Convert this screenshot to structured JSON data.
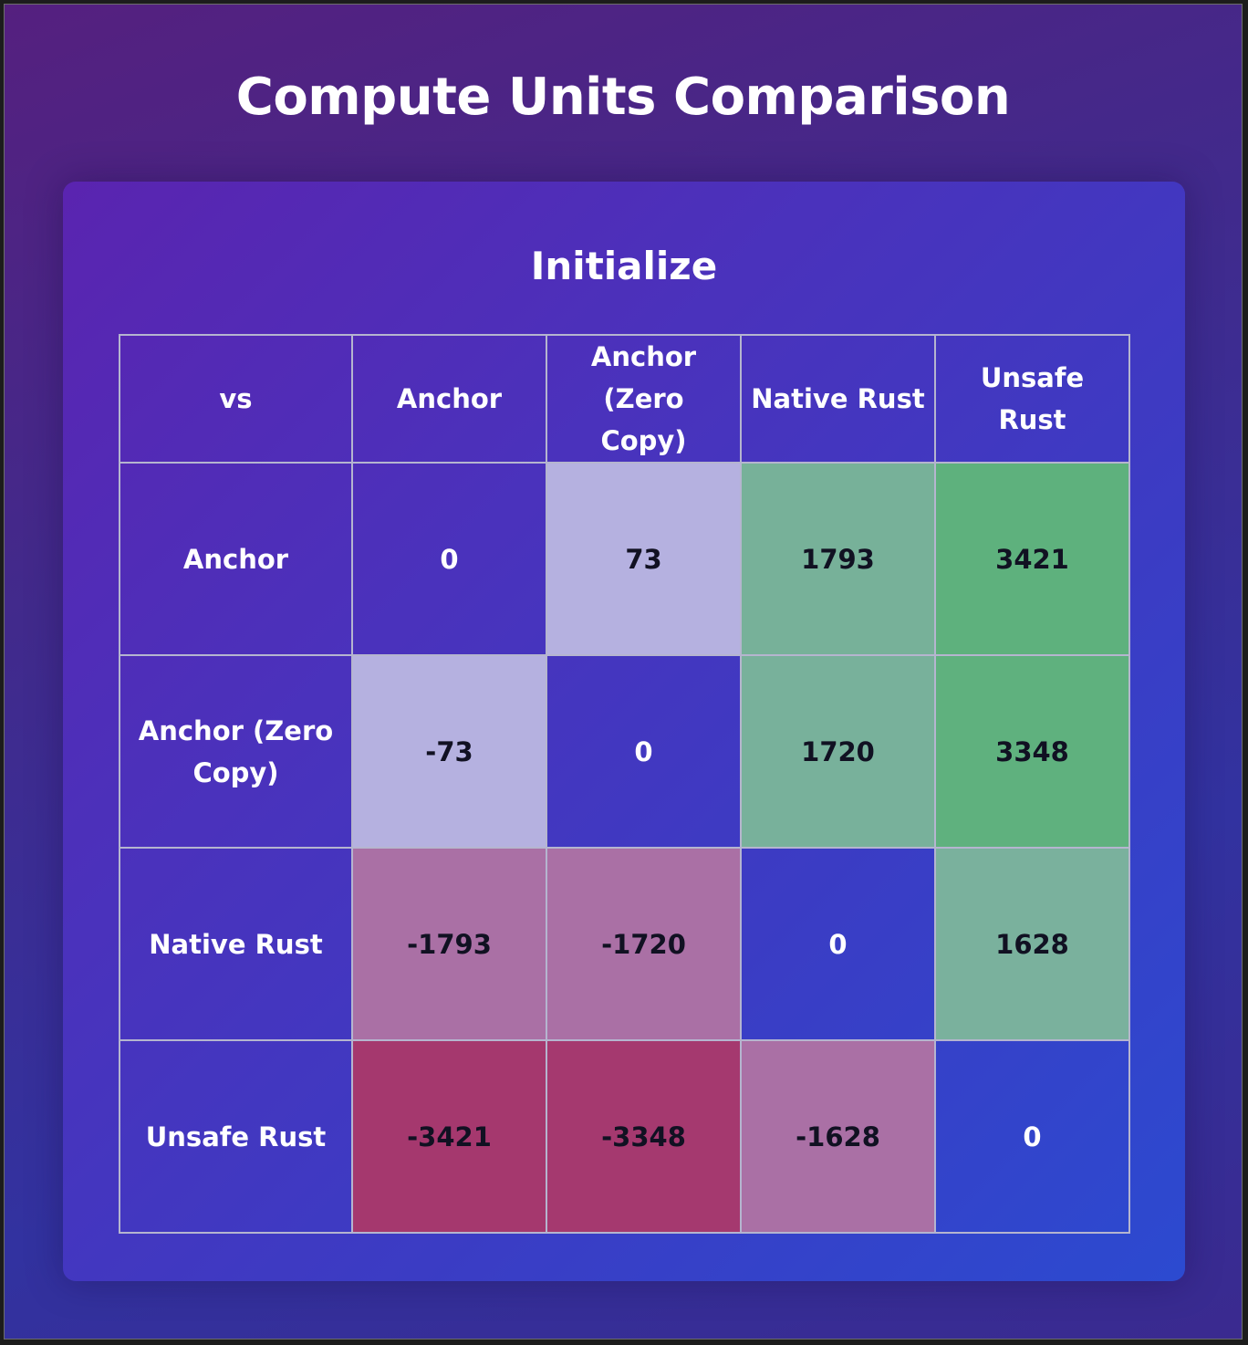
{
  "title": "Compute Units Comparison",
  "chart_data": {
    "type": "heatmap",
    "title": "Initialize",
    "corner_label": "vs",
    "columns": [
      "Anchor",
      "Anchor (Zero Copy)",
      "Native Rust",
      "Unsafe Rust"
    ],
    "rows": [
      "Anchor",
      "Anchor (Zero Copy)",
      "Native Rust",
      "Unsafe Rust"
    ],
    "values": [
      [
        0,
        73,
        1793,
        3421
      ],
      [
        -73,
        0,
        1720,
        3348
      ],
      [
        -1793,
        -1720,
        0,
        1628
      ],
      [
        -3421,
        -3348,
        -1628,
        0
      ]
    ]
  }
}
